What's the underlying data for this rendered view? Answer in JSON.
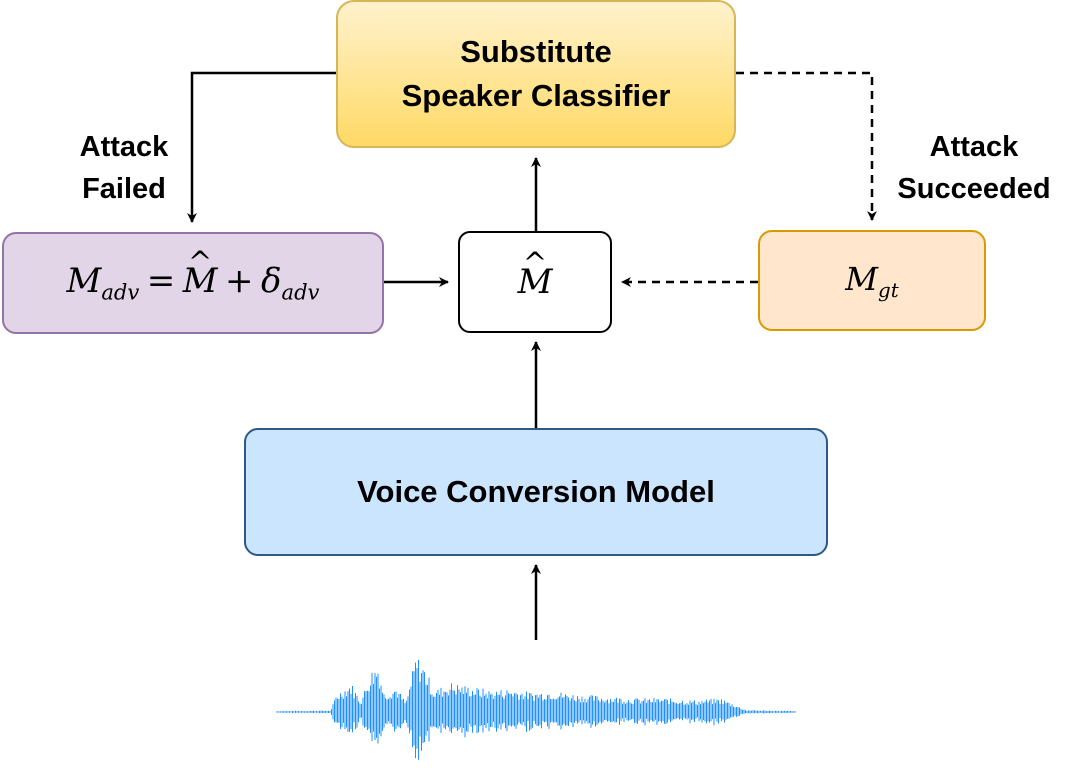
{
  "nodes": {
    "substitute_classifier": {
      "line1": "Substitute",
      "line2": "Speaker Classifier",
      "fill_top": "#fff2cc",
      "fill_bottom": "#ffd966",
      "stroke": "#d6b656"
    },
    "voice_conversion_model": {
      "label": "Voice Conversion Model",
      "fill": "#cce5ff",
      "stroke": "#2d5986"
    },
    "adversarial_mel": {
      "lhs_symbol": "M",
      "lhs_subscript": "adv",
      "equals": "=",
      "hat_symbol": "M",
      "hat_accent": "^",
      "plus": "+",
      "delta_symbol": "δ",
      "delta_subscript": "adv",
      "fill": "#e1d5e7",
      "stroke": "#9673a6"
    },
    "predicted_mel": {
      "symbol": "M",
      "accent": "^",
      "fill": "#ffffff",
      "stroke": "#000000"
    },
    "ground_truth_mel": {
      "symbol": "M",
      "subscript": "gt",
      "fill": "#ffe6cc",
      "stroke": "#d79b00"
    }
  },
  "edge_labels": {
    "attack_failed": {
      "line1": "Attack",
      "line2": "Failed"
    },
    "attack_succeeded": {
      "line1": "Attack",
      "line2": "Succeeded"
    }
  },
  "colors": {
    "waveform": "#1e90ff",
    "edge": "#000000"
  }
}
